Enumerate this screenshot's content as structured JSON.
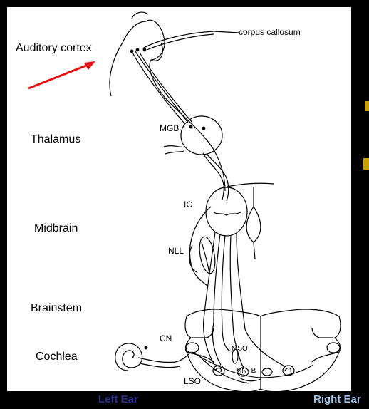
{
  "levels": {
    "cortex": "Auditory cortex",
    "thalamus": "Thalamus",
    "midbrain": "Midbrain",
    "brainstem": "Brainstem",
    "cochlea": "Cochlea"
  },
  "structures": {
    "corpus_callosum": "corpus callosum",
    "mgb": "MGB",
    "ic": "IC",
    "nll": "NLL",
    "cn": "CN",
    "mso": "MSO",
    "mntb": "MNTB",
    "lso": "LSO"
  },
  "ears": {
    "left": "Left Ear",
    "right": "Right Ear"
  },
  "colors": {
    "background": "#000000",
    "panel": "#ffffff",
    "arrow": "#e81010",
    "left_ear": "#2a3590",
    "right_ear": "#9fc2e8",
    "edge_marks": "#c8a000"
  }
}
